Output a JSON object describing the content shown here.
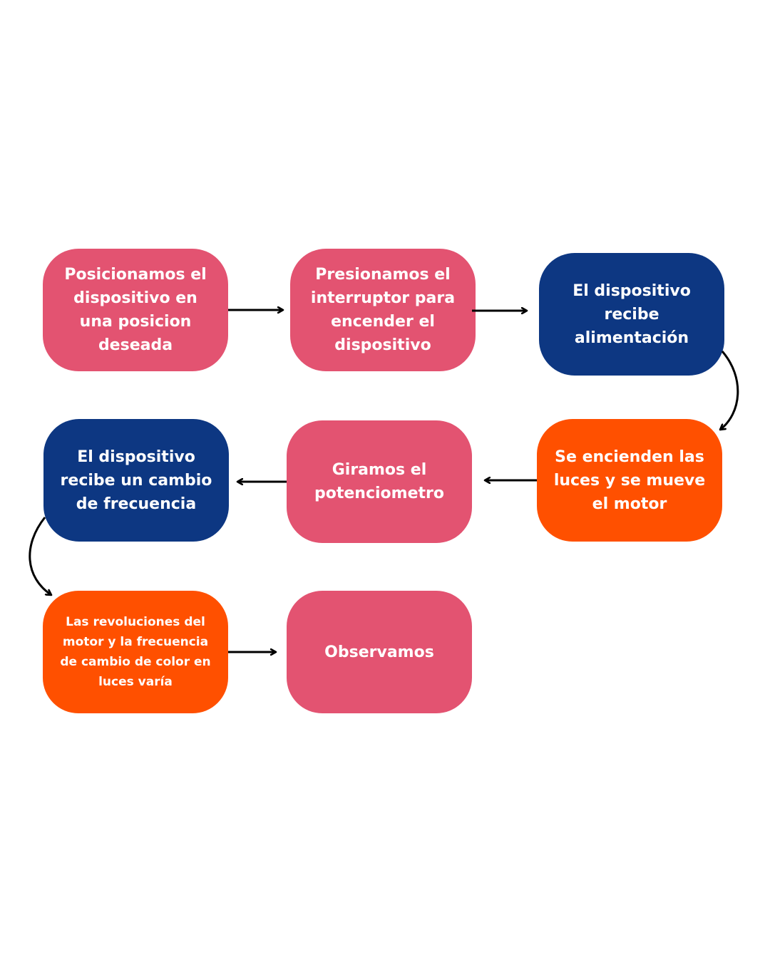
{
  "colors": {
    "pink": "#e35371",
    "navy": "#0d3782",
    "orange": "#ff5000",
    "arrow": "#000000",
    "background": "#ffffff"
  },
  "steps": [
    {
      "text": "Posicionamos el dispositivo en una posicion deseada",
      "color": "pink"
    },
    {
      "text": "Presionamos el interruptor para encender el dispositivo",
      "color": "pink"
    },
    {
      "text": "El dispositivo recibe alimentación",
      "color": "navy"
    },
    {
      "text": "Se encienden las luces y se mueve el motor",
      "color": "orange"
    },
    {
      "text": "Giramos el potenciometro",
      "color": "pink"
    },
    {
      "text": "El dispositivo recibe un cambio de frecuencia",
      "color": "navy"
    },
    {
      "text": "Las revoluciones del motor y la frecuencia de cambio de color en luces varía",
      "color": "orange"
    },
    {
      "text": "Observamos",
      "color": "pink"
    }
  ]
}
